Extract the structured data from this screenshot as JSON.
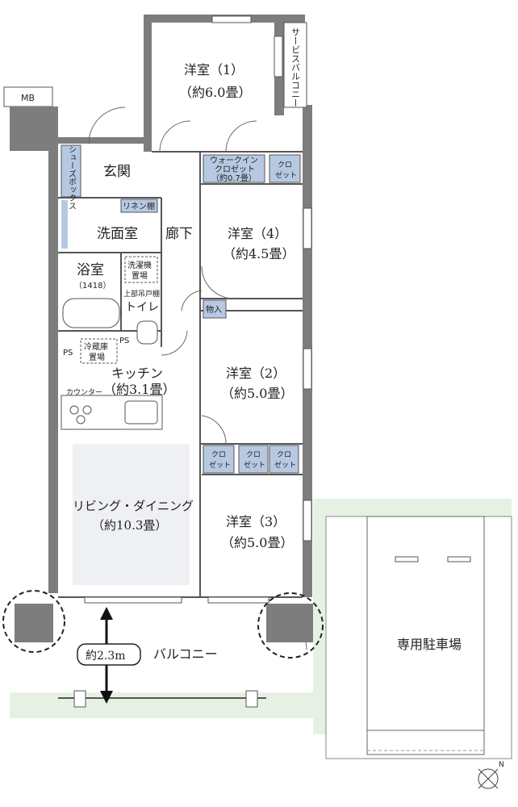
{
  "meta": {
    "accent_blue": "#b7c9e2",
    "wall": "#7d7d7d",
    "green": "#e6f1e4",
    "living_fill": "#eef0f4"
  },
  "labels": {
    "mb": "MB",
    "service_balcony": "サービスバルコニー",
    "shoebox": "シューズボックス",
    "entrance": "玄関",
    "walkin_1": "ウォークイン",
    "walkin_2": "クロゼット",
    "walkin_3": "（約0.7畳）",
    "kuro": "クロ",
    "zetto": "ゼット",
    "linen": "リネン棚",
    "wash_room": "洗面室",
    "corridor": "廊下",
    "bath": "浴室",
    "bath_size": "（1418）",
    "washer_1": "洗濯機",
    "washer_2": "置場",
    "upper_shelf": "上部吊戸棚",
    "toilet": "トイレ",
    "ps": "PS",
    "storage": "物入",
    "fridge_1": "冷蔵庫",
    "fridge_2": "置場",
    "kitchen": "キッチン",
    "kitchen_size": "（約3.1畳）",
    "counter": "カウンター",
    "living": "リビング・ダイニング",
    "living_size": "（約10.3畳）",
    "room1": "洋室（1）",
    "room1_size": "（約6.0畳）",
    "room4": "洋室（4）",
    "room4_size": "（約4.5畳）",
    "room2": "洋室（2）",
    "room2_size": "（約5.0畳）",
    "room3": "洋室（3）",
    "room3_size": "（約5.0畳）",
    "balcony": "バルコニー",
    "depth": "約2.3m",
    "parking": "専用駐車場",
    "north": "N"
  }
}
